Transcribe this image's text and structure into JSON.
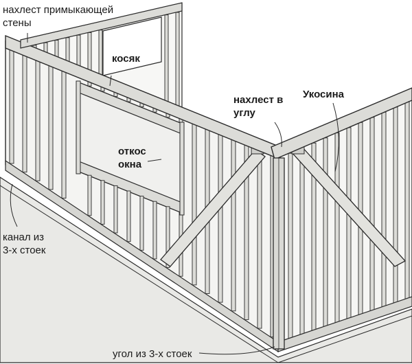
{
  "labels": {
    "adjacent_wall_overlap": {
      "line1": "нахлест примыкающей",
      "line2": "стены"
    },
    "jamb": "косяк",
    "corner_overlap": {
      "line1": "нахлест в",
      "line2": "углу"
    },
    "brace": "Укосина",
    "window_slope": {
      "line1": "откос",
      "line2": "окна"
    },
    "three_stud_channel": {
      "line1": "канал из",
      "line2": "3-х стоек"
    },
    "three_stud_corner": "угол из 3-х стоек"
  },
  "colors": {
    "line": "#2a2a2a",
    "wall_fill": "#f4f4f2",
    "stud_fill": "#dcdcd8",
    "floor_fill": "#e9e9e6",
    "text": "#1a1a1a"
  }
}
